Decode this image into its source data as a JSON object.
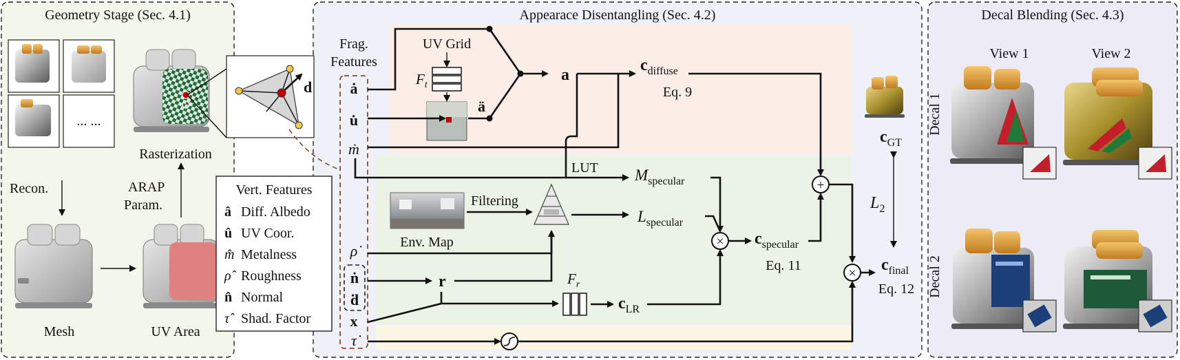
{
  "sections": {
    "geometry": "Geometry Stage (Sec. 4.1)",
    "appearance": "Appearace Disentangling (Sec. 4.2)",
    "decal": "Decal Blending (Sec. 4.3)"
  },
  "geometry": {
    "more": "... ...",
    "recon": "Recon.",
    "mesh": "Mesh",
    "arap_1": "ARAP",
    "arap_2": "Param.",
    "uv_area": "UV Area",
    "rasterization": "Rasterization",
    "d_label": "d"
  },
  "vert_features": {
    "title": "Vert. Features",
    "items": [
      {
        "sym": "â",
        "label": "Diff. Albedo"
      },
      {
        "sym": "û",
        "label": "UV Coor."
      },
      {
        "sym": "m̂",
        "label": "Metalness"
      },
      {
        "sym": "ρ̂",
        "label": "Roughness"
      },
      {
        "sym": "n̂",
        "label": "Normal"
      },
      {
        "sym": "τ̂",
        "label": "Shad. Factor"
      }
    ]
  },
  "frag_features": {
    "title_1": "Frag.",
    "title_2": "Features",
    "syms": [
      "ȧ",
      "u̇",
      "ṁ",
      "ρ̇",
      "ṅ",
      "ḋ",
      "x",
      "τ̇"
    ]
  },
  "appearance": {
    "uv_grid": "UV Grid",
    "f_t": "F",
    "f_t_sub": "t",
    "a_ddot": "ä",
    "a": "a",
    "c_diffuse": "c",
    "c_diffuse_sub": "diffuse",
    "eq9": "Eq. 9",
    "lut": "LUT",
    "m_spec": "M",
    "m_spec_sub": "specular",
    "env_map": "Env. Map",
    "filtering": "Filtering",
    "l_spec": "L",
    "l_spec_sub": "specular",
    "c_spec": "c",
    "c_spec_sub": "specular",
    "eq11": "Eq. 11",
    "r": "r",
    "f_r": "F",
    "f_r_sub": "r",
    "c_lr": "c",
    "c_lr_sub": "LR",
    "plus": "+",
    "times": "×",
    "c_gt": "c",
    "c_gt_sub": "GT",
    "l2": "L",
    "l2_sub": "2",
    "c_final": "c",
    "c_final_sub": "final",
    "eq12": "Eq. 12"
  },
  "decal": {
    "view1": "View 1",
    "view2": "View 2",
    "decal1": "Decal 1",
    "decal2": "Decal 2"
  },
  "colors": {
    "geometry_bg": "#f3f6ea",
    "appearance_bg": "#eef2f8",
    "decal_bg": "#ecebf6",
    "diffuse_band": "#fbeee6",
    "specular_band": "#eaf3e6",
    "shadow_band": "#fbf6e3",
    "uv_region": "#e08080",
    "checker": "#1f6b3c",
    "frag_box": "#8a4a2a"
  }
}
